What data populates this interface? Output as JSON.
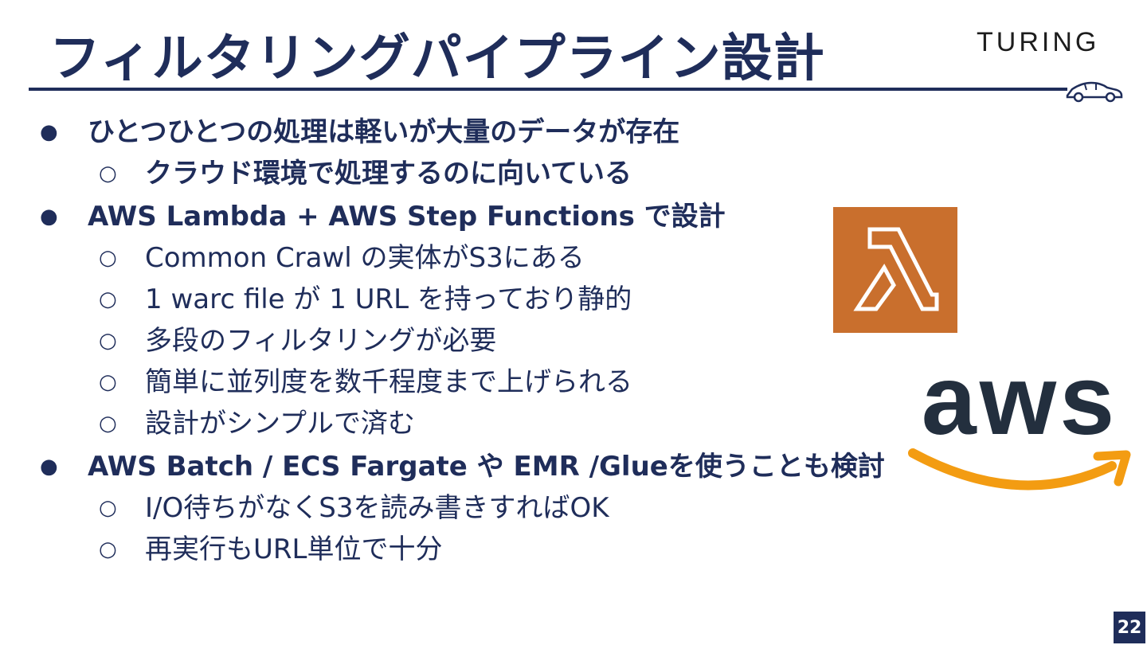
{
  "slide": {
    "title": "フィルタリングパイプライン設計",
    "brand": "TURING",
    "page_number": "22"
  },
  "bullets": [
    {
      "level": 1,
      "text": "ひとつひとつの処理は軽いが大量のデータが存在",
      "bold": true
    },
    {
      "level": 2,
      "text": "クラウド環境で処理するのに向いている",
      "bold": true
    },
    {
      "level": 1,
      "text": "AWS Lambda + AWS Step Functions で設計",
      "bold": true
    },
    {
      "level": 2,
      "text": "Common Crawl の実体がS3にある",
      "bold": false
    },
    {
      "level": 2,
      "text": "1 warc file が 1 URL を持っており静的",
      "bold": false
    },
    {
      "level": 2,
      "text": "多段のフィルタリングが必要",
      "bold": false
    },
    {
      "level": 2,
      "text": "簡単に並列度を数千程度まで上げられる",
      "bold": false
    },
    {
      "level": 2,
      "text": "設計がシンプルで済む",
      "bold": false
    },
    {
      "level": 1,
      "text": "AWS Batch / ECS Fargate や EMR /Glueを使うことも検討",
      "bold": true
    },
    {
      "level": 2,
      "text": "I/O待ちがなくS3を読み書きすればOK",
      "bold": false
    },
    {
      "level": 2,
      "text": "再実行もURL単位で十分",
      "bold": false
    }
  ],
  "markers": {
    "level1": "●",
    "level2": "○"
  },
  "logos": {
    "lambda": {
      "icon": "aws-lambda-icon",
      "color": "#c96f2d"
    },
    "aws": {
      "text": "aws",
      "text_color": "#232f3e",
      "smile_color": "#f39c12"
    }
  },
  "colors": {
    "primary": "#1f2d5a"
  }
}
